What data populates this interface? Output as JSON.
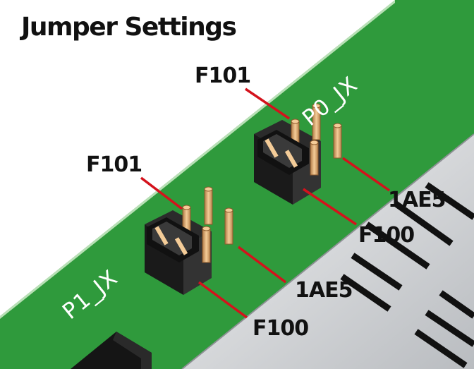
{
  "title": "Jumper Settings",
  "headers": [
    {
      "name": "P0_JX",
      "callouts": {
        "top": "F101",
        "right": "1AE5",
        "bottom": "F100"
      }
    },
    {
      "name": "P1_JX",
      "callouts": {
        "top": "F101",
        "right": "1AE5",
        "bottom": "F100"
      }
    }
  ],
  "colors": {
    "pcb": "#2f9a3c",
    "pcb_dark": "#1e7a2a",
    "pin": "#e6b57e",
    "jumper_cap": "#1f1f1f",
    "callout_line": "#d4121c",
    "heatsink": "#d0d3d6"
  }
}
